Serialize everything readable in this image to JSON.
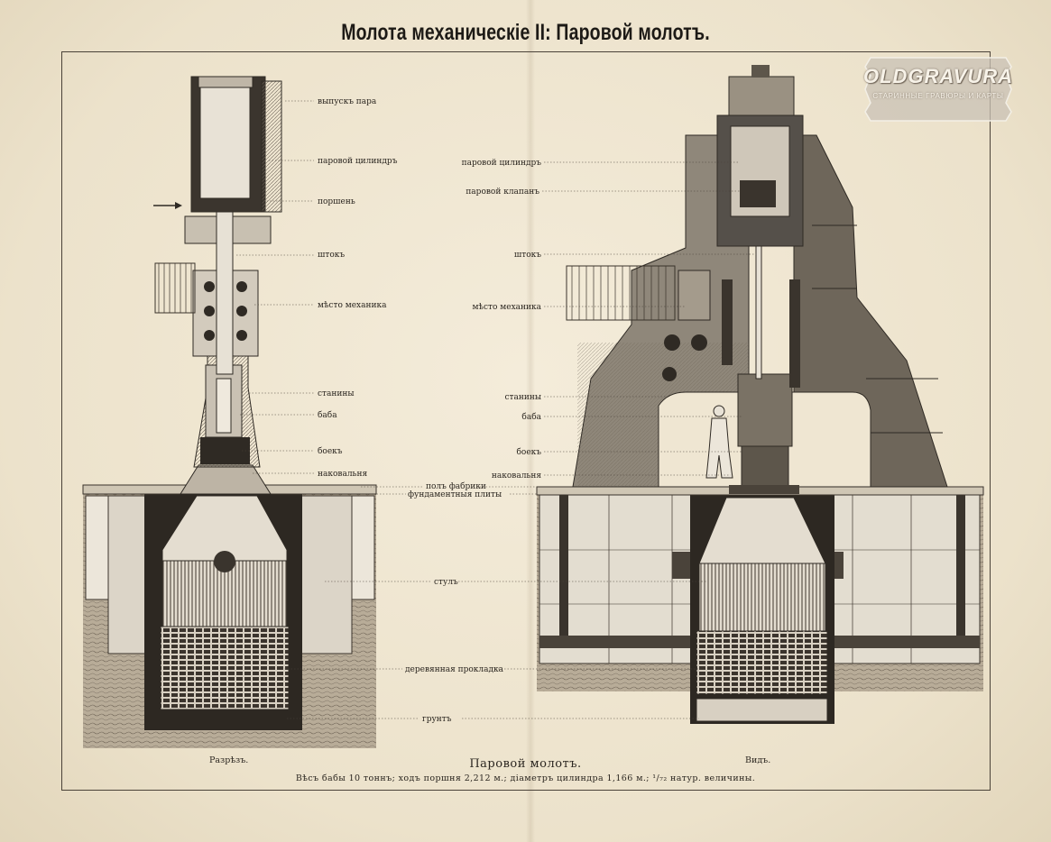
{
  "title": "Молота механическіе II: Паровой молотъ.",
  "watermark": {
    "brand": "OLDGRAVURA",
    "tagline": "СТАРИННЫЕ ГРАВЮРЫ И КАРТЫ"
  },
  "left_labels": {
    "exhaust": "выпускъ пара",
    "cylinder": "паровой цилиндръ",
    "piston": "поршень",
    "rod": "штокъ",
    "mechanic": "мѣсто механика",
    "frames": "станины",
    "ram": "баба",
    "die": "боекъ",
    "anvil": "наковальня"
  },
  "center_labels": {
    "floor": "полъ фабрики",
    "plates": "фундаментныя плиты",
    "chair": "стулъ",
    "wood": "деревянная прокладка",
    "ground": "грунтъ"
  },
  "right_labels": {
    "cylinder": "паровой цилиндръ",
    "valve": "паровой клапанъ",
    "rod": "штокъ",
    "mechanic": "мѣсто механика",
    "frames": "станины",
    "ram": "баба",
    "die": "боекъ",
    "anvil": "наковальня"
  },
  "bottom": {
    "left_corner": "Разрѣзъ.",
    "right_corner": "Видъ.",
    "caption": "Паровой молотъ.",
    "subcaption": "Вѣсъ бабы 10 тоннъ; ходъ поршня 2,212 м.; діаметръ цилиндра 1,166 м.; ¹/₇₂ натур. величины."
  }
}
